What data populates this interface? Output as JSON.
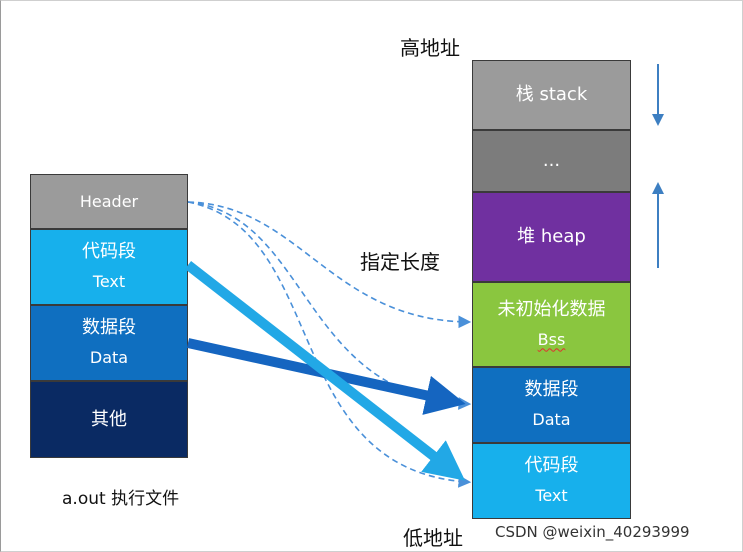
{
  "colors": {
    "header": "#9b9b9b",
    "text_seg": "#17b0ec",
    "data_seg": "#0f6fc0",
    "other_seg": "#0a2a63",
    "stack": "#9b9b9b",
    "gap": "#7c7c7c",
    "heap": "#7030a0",
    "bss": "#8ac63f",
    "arrow_dark": "#1565c0",
    "arrow_light": "#22a8e6",
    "arrow_dashed": "#4a90d9",
    "direction_arrow": "#3d7fc2"
  },
  "file": {
    "caption": "a.out  执行文件",
    "header": "Header",
    "text_title": "代码段",
    "text_sub": "Text",
    "data_title": "数据段",
    "data_sub": "Data",
    "other": "其他"
  },
  "memory": {
    "high_label": "高地址",
    "low_label": "低地址",
    "stack": "栈 stack",
    "gap": "...",
    "heap": "堆 heap",
    "bss_title": "未初始化数据",
    "bss_sub": "Bss",
    "data_title": "数据段",
    "data_sub": "Data",
    "text_title": "代码段",
    "text_sub": "Text"
  },
  "annotation": "指定长度",
  "watermark": "CSDN @weixin_40293999"
}
